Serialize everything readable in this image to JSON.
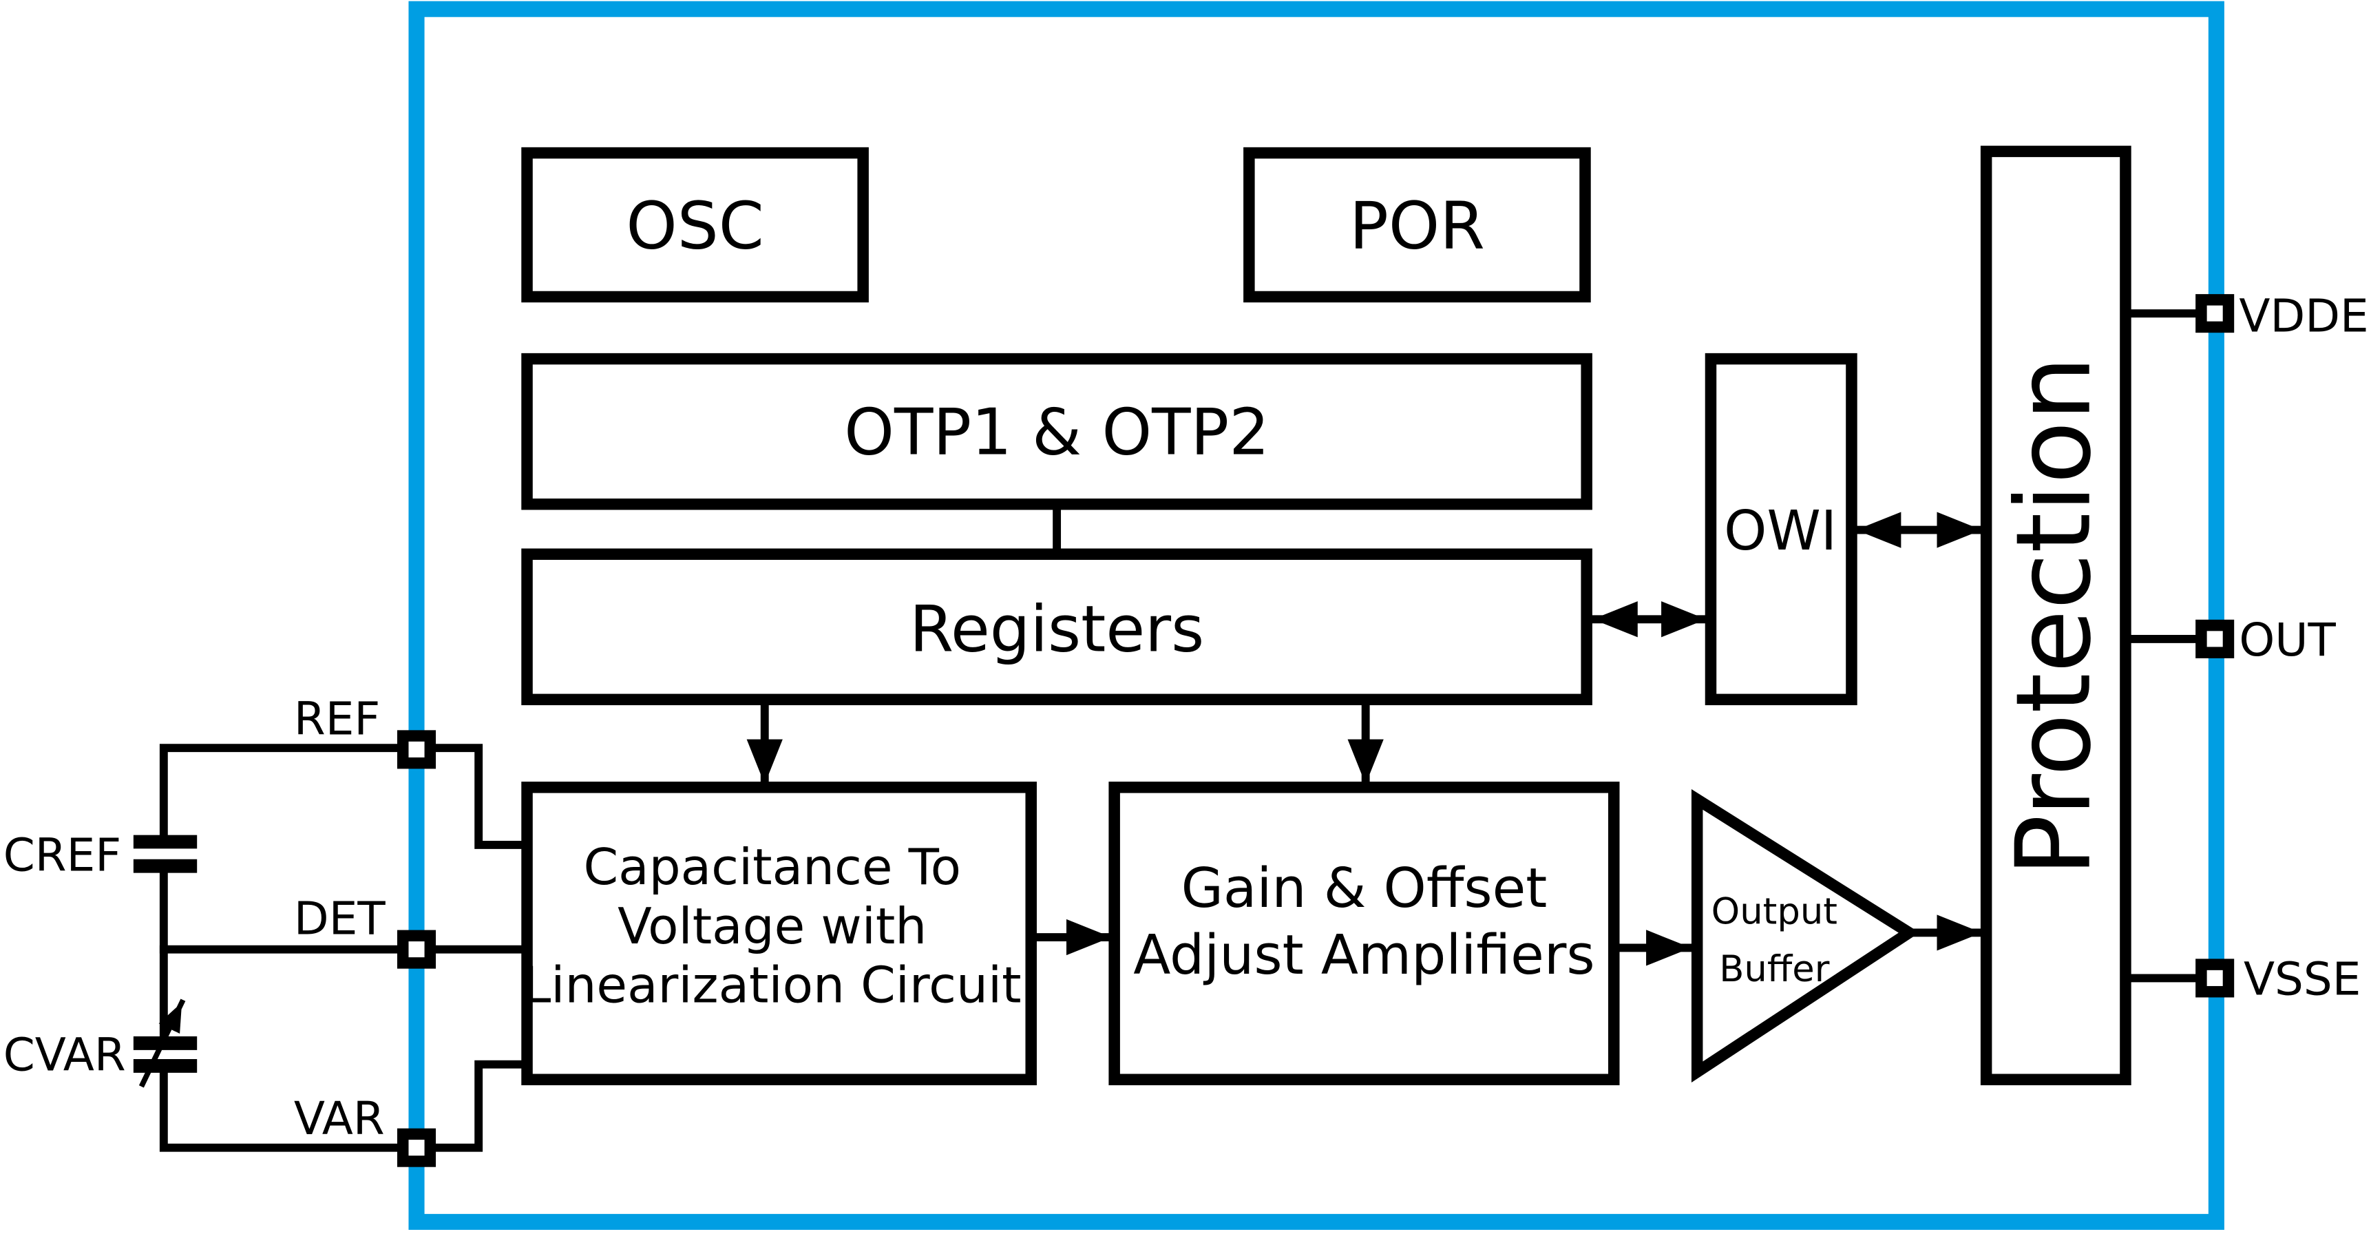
{
  "colors": {
    "chip_border": "#009ee3",
    "line": "#000000",
    "background": "#ffffff"
  },
  "blocks": {
    "osc": "OSC",
    "por": "POR",
    "otp": "OTP1 & OTP2",
    "registers": "Registers",
    "owi": "OWI",
    "protection": "Protection",
    "cap_to_voltage": [
      "Capacitance To",
      "Voltage with",
      "Linearization Circuit"
    ],
    "gain_offset": [
      "Gain & Offset",
      "Adjust Amplifiers"
    ],
    "output_buffer": [
      "Output",
      "Buffer"
    ]
  },
  "pins": {
    "ref": "REF",
    "det": "DET",
    "var": "VAR",
    "vdde": "VDDE",
    "out": "OUT",
    "vsse": "VSSE"
  },
  "external": {
    "cref": "CREF",
    "cvar": "CVAR"
  }
}
